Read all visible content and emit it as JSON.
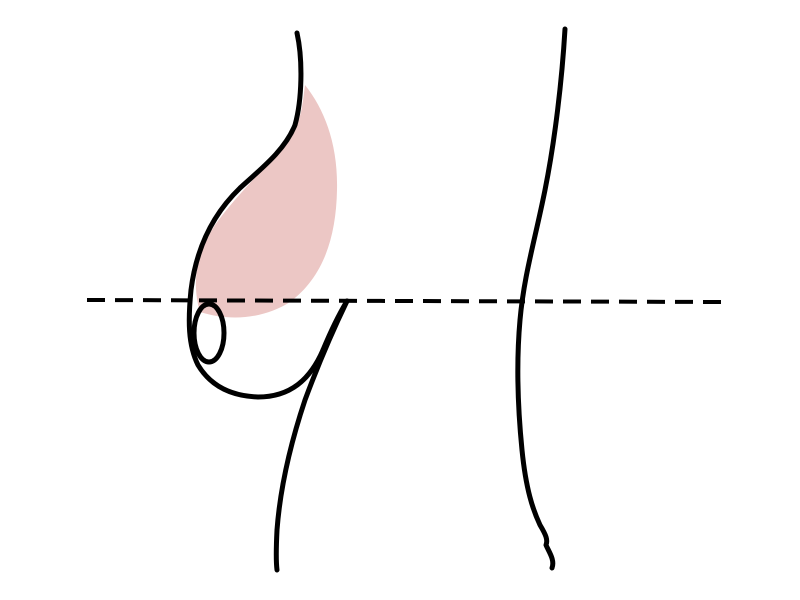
{
  "colors": {
    "background": "#ffffff",
    "outline": "#000000",
    "shaded_region": "#ecc7c5",
    "dashed_line": "#000000"
  },
  "figure": {
    "description_type": "side-profile line drawing of a torso",
    "elements": [
      "body-front-outline",
      "breast-outline",
      "nipple-outline",
      "shaded-upper-region",
      "back-outline",
      "horizontal-dashed-reference-line"
    ]
  }
}
